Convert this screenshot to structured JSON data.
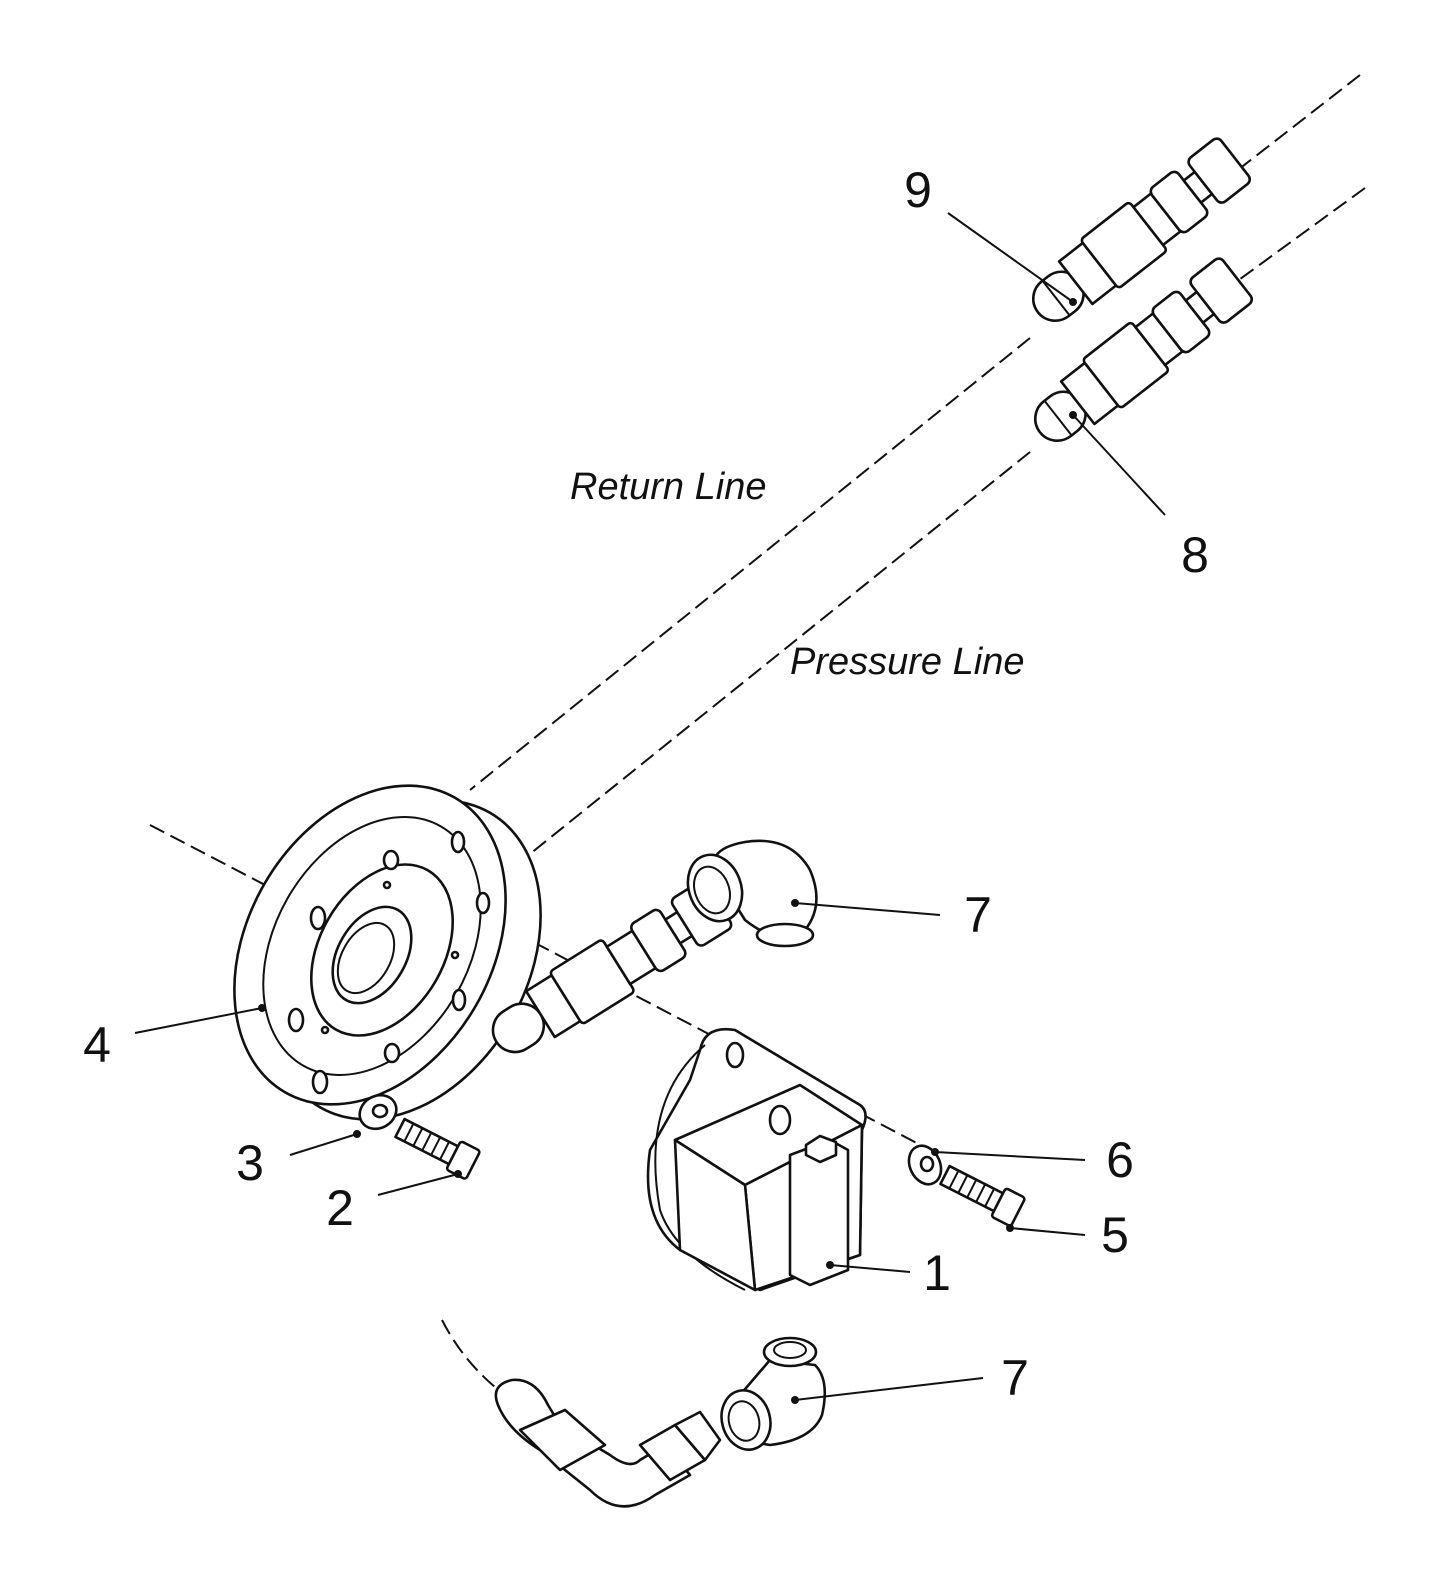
{
  "diagram": {
    "line_labels": {
      "return_line": "Return Line",
      "pressure_line": "Pressure Line"
    },
    "callouts": [
      {
        "id": "c1",
        "text": "1",
        "part": "motor-housing"
      },
      {
        "id": "c2",
        "text": "2",
        "part": "flange-bolt"
      },
      {
        "id": "c3",
        "text": "3",
        "part": "flange-washer"
      },
      {
        "id": "c4",
        "text": "4",
        "part": "adapter-flange"
      },
      {
        "id": "c5",
        "text": "5",
        "part": "motor-bolt"
      },
      {
        "id": "c6",
        "text": "6",
        "part": "motor-washer"
      },
      {
        "id": "c7a",
        "text": "7",
        "part": "upper-elbow-fitting"
      },
      {
        "id": "c7b",
        "text": "7",
        "part": "lower-elbow-fitting"
      },
      {
        "id": "c8",
        "text": "8",
        "part": "pressure-hose-end"
      },
      {
        "id": "c9",
        "text": "9",
        "part": "return-hose-end"
      }
    ]
  }
}
